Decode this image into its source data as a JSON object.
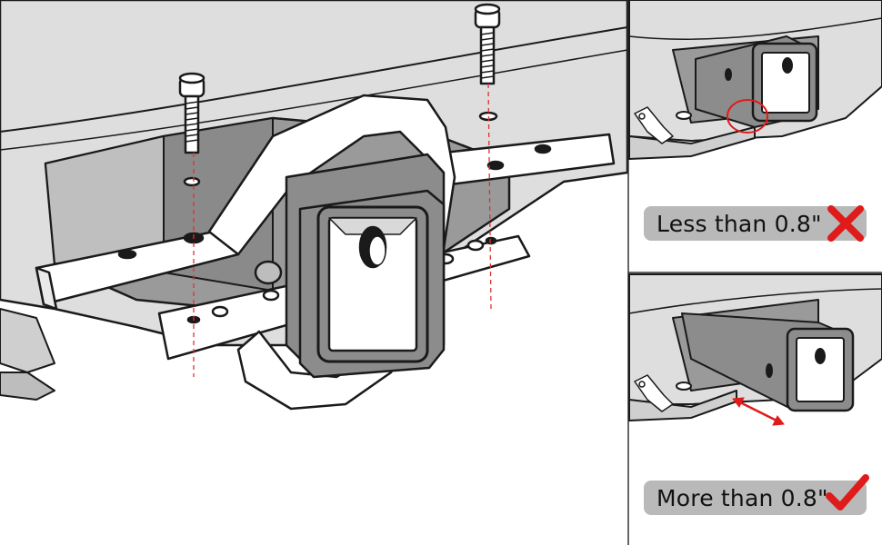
{
  "panels": {
    "top_right": {
      "caption": "Less than 0.8\"",
      "status_icon": "red-x-icon",
      "status_color": "#e01b1b"
    },
    "bottom_right": {
      "caption": "More than 0.8\"",
      "status_icon": "red-checkmark-icon",
      "status_color": "#e01b1b"
    }
  },
  "colors": {
    "bumper_fill": "#dedede",
    "receiver_fill": "#8c8c8c",
    "bracket_fill": "#ffffff",
    "outline": "#1a1a1a",
    "guide_line": "#e03030",
    "highlight": "#e01b1b",
    "caption_bg": "#b9b9b9"
  },
  "icons": [
    "bolt-icon",
    "red-x-icon",
    "red-checkmark-icon",
    "red-circle-highlight",
    "double-arrow-icon"
  ]
}
